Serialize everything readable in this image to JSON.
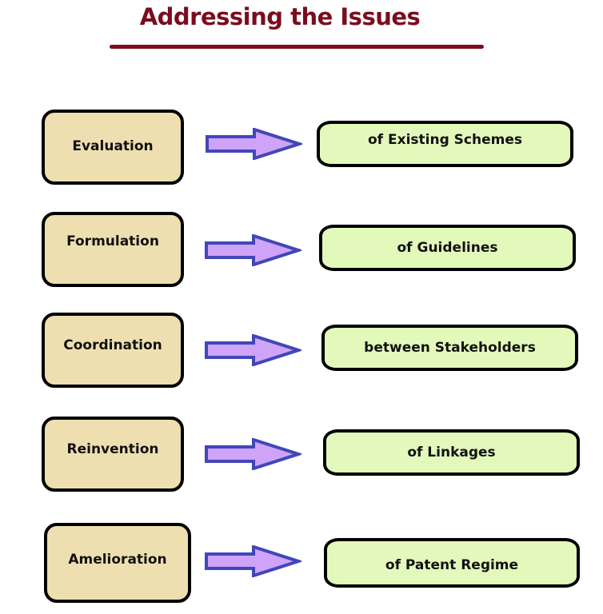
{
  "title": "Addressing the Issues",
  "colors": {
    "title": "#7b0c1e",
    "left_fill": "#eedfb0",
    "right_fill": "#e3f9bb",
    "arrow_fill": "#cfa4f8",
    "arrow_stroke": "#4147b8"
  },
  "rows": [
    {
      "action": "Evaluation",
      "object": "of Existing Schemes"
    },
    {
      "action": "Formulation",
      "object": "of Guidelines"
    },
    {
      "action": "Coordination",
      "object": "between Stakeholders"
    },
    {
      "action": "Reinvention",
      "object": "of Linkages"
    },
    {
      "action": "Amelioration",
      "object": "of Patent Regime"
    }
  ]
}
